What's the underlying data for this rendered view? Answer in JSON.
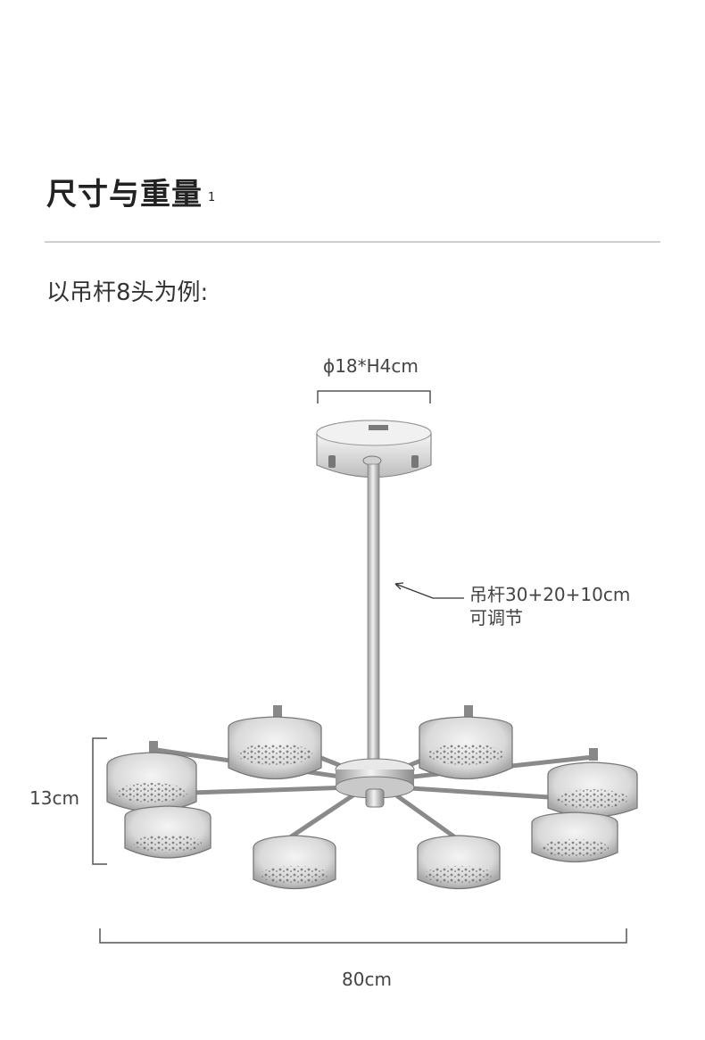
{
  "title": "尺寸与重量",
  "title_note": "1",
  "subtitle": "以吊杆8头为例:",
  "dimensions": {
    "canopy": "ϕ18*H4cm",
    "rod_line1": "吊杆30+20+10cm",
    "rod_line2": "可调节",
    "height": "13cm",
    "width": "80cm"
  }
}
